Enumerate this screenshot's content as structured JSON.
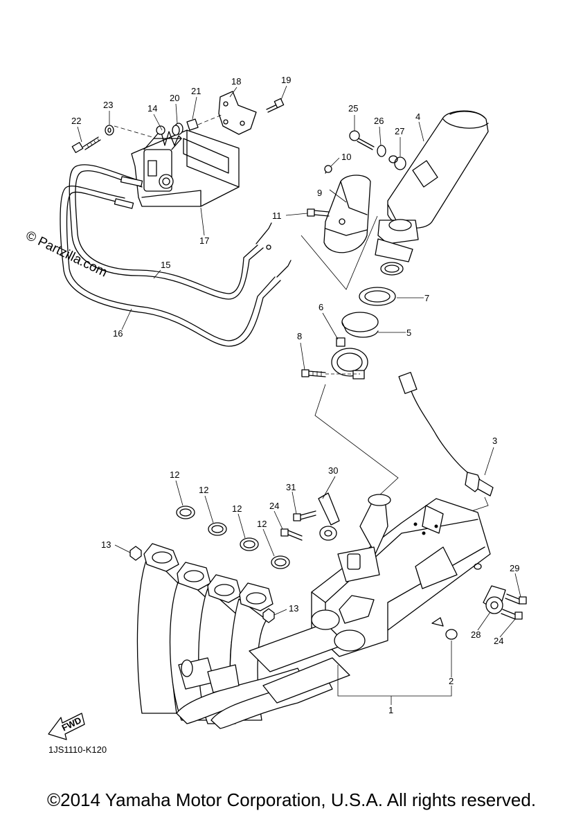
{
  "watermark": "© Partzilla.com",
  "diagram_code": "1JS1110-K120",
  "fwd_label": "FWD",
  "copyright": "©2014 Yamaha Motor Corporation, U.S.A. All rights reserved.",
  "callouts": {
    "c1": "1",
    "c2": "2",
    "c3": "3",
    "c4": "4",
    "c5": "5",
    "c6": "6",
    "c7": "7",
    "c8": "8",
    "c9": "9",
    "c10": "10",
    "c11": "11",
    "c12a": "12",
    "c12b": "12",
    "c12c": "12",
    "c12d": "12",
    "c13a": "13",
    "c13b": "13",
    "c14": "14",
    "c15": "15",
    "c16": "16",
    "c17": "17",
    "c18": "18",
    "c19": "19",
    "c20": "20",
    "c21": "21",
    "c22": "22",
    "c23": "23",
    "c24a": "24",
    "c24b": "24",
    "c25": "25",
    "c26": "26",
    "c27": "27",
    "c28": "28",
    "c29": "29",
    "c30": "30",
    "c31": "31"
  }
}
